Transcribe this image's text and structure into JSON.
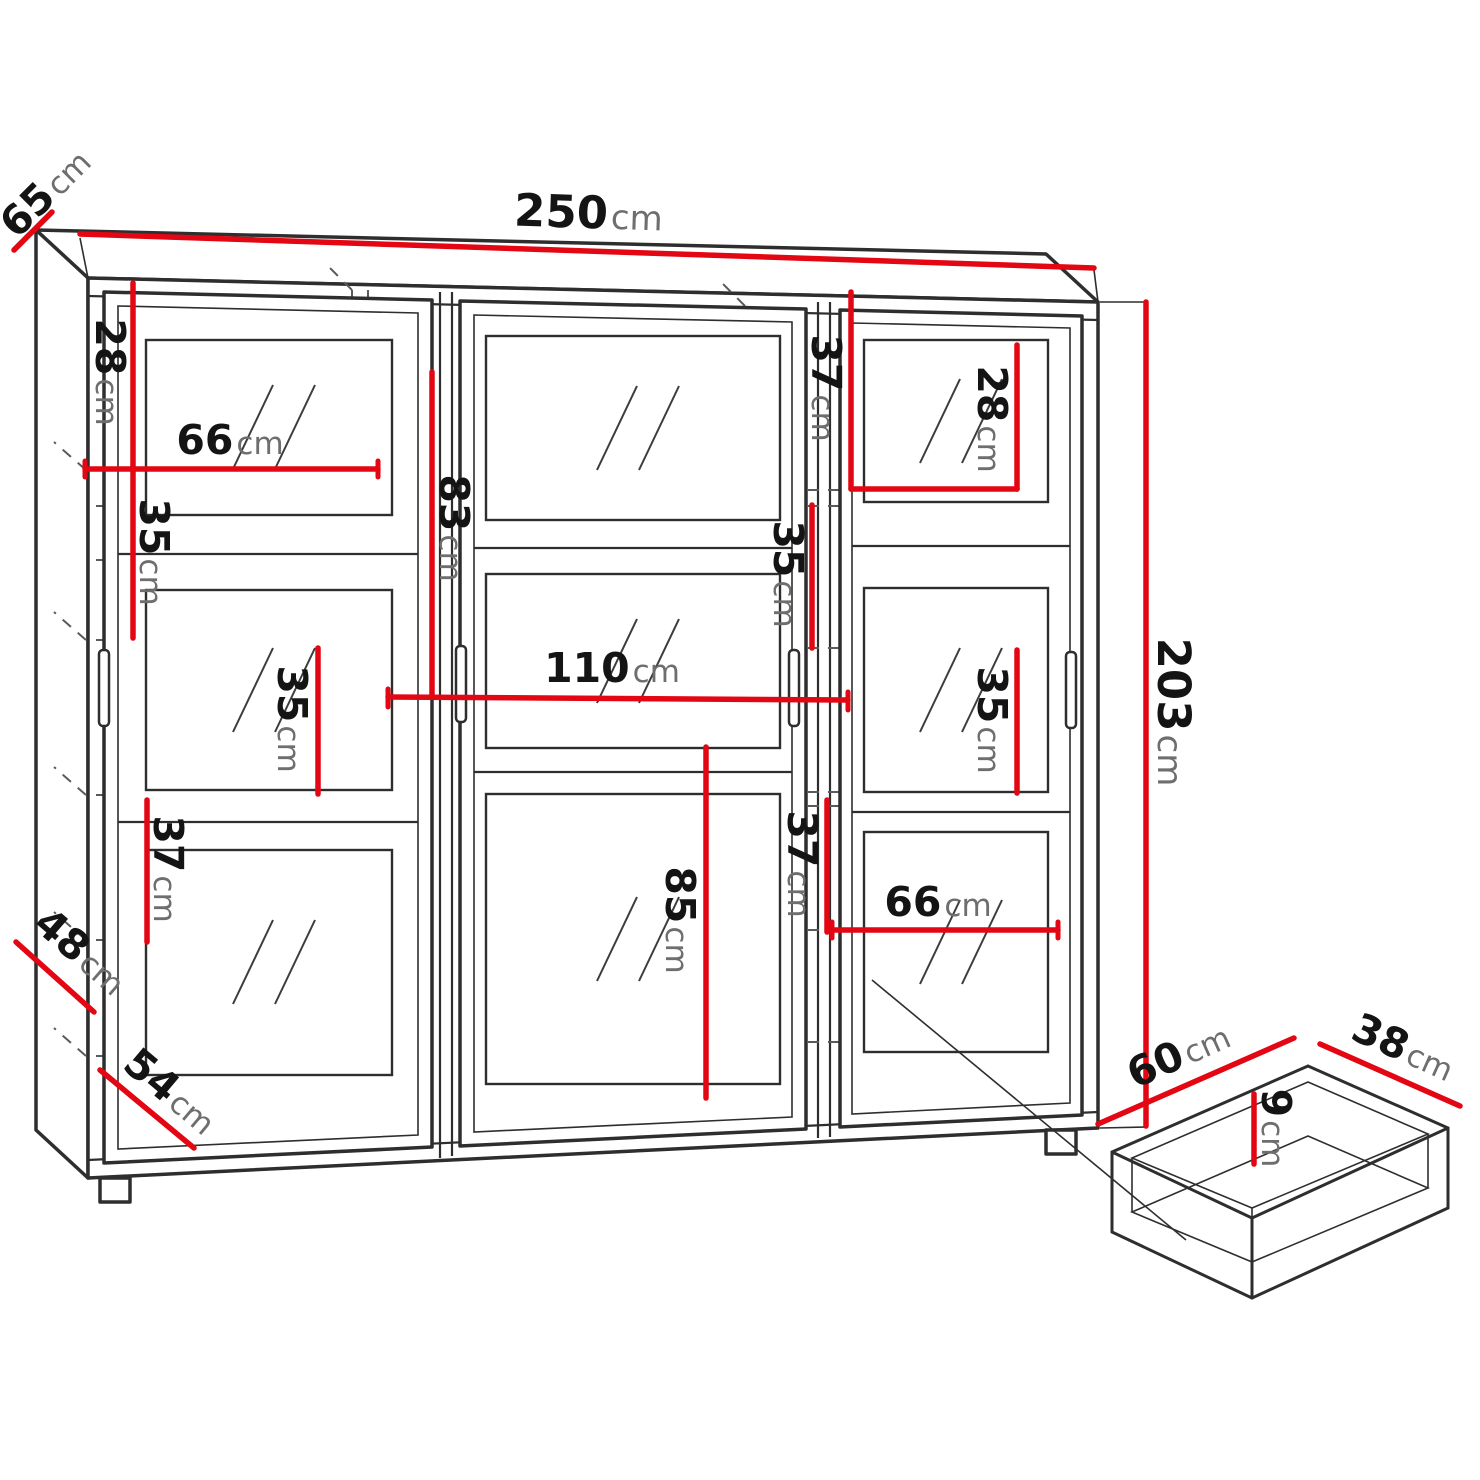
{
  "diagram": {
    "accent_color": "#e30613",
    "line_color": "#2e2e2e",
    "dims": {
      "width_top": {
        "value": "250",
        "unit": "cm"
      },
      "depth_top": {
        "value": "65",
        "unit": "cm"
      },
      "height_right": {
        "value": "203",
        "unit": "cm"
      },
      "l_shelf_28": {
        "value": "28",
        "unit": "cm"
      },
      "l_width_66": {
        "value": "66",
        "unit": "cm"
      },
      "l_shelf_35_upper": {
        "value": "35",
        "unit": "cm"
      },
      "l_height_83": {
        "value": "83",
        "unit": "cm"
      },
      "l_shelf_35_mid": {
        "value": "35",
        "unit": "cm"
      },
      "l_shelf_37": {
        "value": "37",
        "unit": "cm"
      },
      "depth_48": {
        "value": "48",
        "unit": "cm"
      },
      "width_54": {
        "value": "54",
        "unit": "cm"
      },
      "c_width_110": {
        "value": "110",
        "unit": "cm"
      },
      "c_height_85": {
        "value": "85",
        "unit": "cm"
      },
      "r_shelf_37_top": {
        "value": "37",
        "unit": "cm"
      },
      "r_shelf_28": {
        "value": "28",
        "unit": "cm"
      },
      "r_shelf_35_upper": {
        "value": "35",
        "unit": "cm"
      },
      "r_shelf_35_mid": {
        "value": "35",
        "unit": "cm"
      },
      "r_shelf_37_bottom": {
        "value": "37",
        "unit": "cm"
      },
      "r_width_66": {
        "value": "66",
        "unit": "cm"
      },
      "drawer_60": {
        "value": "60",
        "unit": "cm"
      },
      "drawer_38": {
        "value": "38",
        "unit": "cm"
      },
      "drawer_9": {
        "value": "9",
        "unit": "cm"
      }
    }
  }
}
